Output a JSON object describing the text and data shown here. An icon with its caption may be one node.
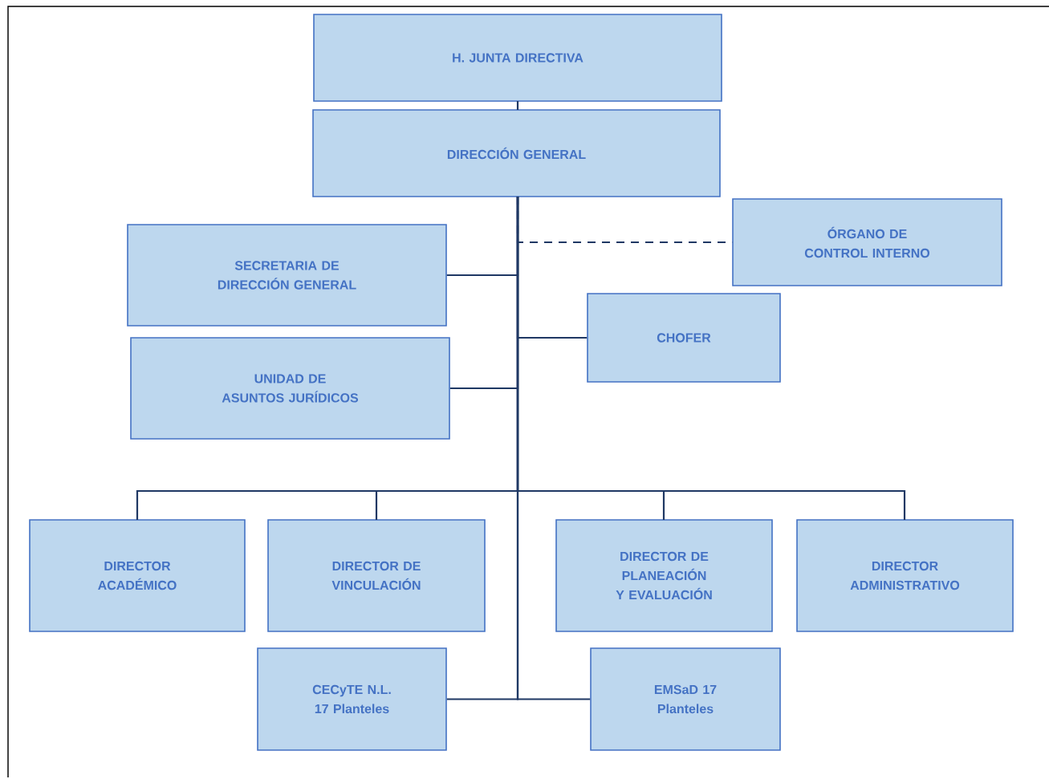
{
  "diagram": {
    "nodes": [
      {
        "text": [
          "H. JUNTA DIRECTIVA"
        ]
      },
      {
        "text": [
          "DIRECCIÓN GENERAL"
        ]
      },
      {
        "text": [
          "ÓRGANO DE CONTROL INTERNO"
        ]
      },
      {
        "text": [
          "SECRETARIA DE DIRECCIÓN GENERAL"
        ]
      },
      {
        "text": [
          "CHOFER"
        ]
      },
      {
        "text": [
          "UNIDAD DE ASUNTOS JURÍDICOS"
        ]
      },
      {
        "text": [
          "DIRECTOR ACADÉMICO"
        ]
      },
      {
        "text": [
          "DIRECTOR DE VINCULACIÓN"
        ]
      },
      {
        "text": [
          "DIRECTOR DE PLANEACIÓN Y EVALUACIÓN"
        ]
      },
      {
        "text": [
          "DIRECTOR ADMINISTRATIVO"
        ]
      },
      {
        "text": [
          "CECyTE N.L. 17 Planteles"
        ]
      },
      {
        "text": [
          "EMSaD 17 Planteles"
        ]
      }
    ],
    "edges": [
      {
        "from": 0,
        "to": 1,
        "arrow": "none"
      },
      {
        "from": 1,
        "to": 2,
        "arrow": "none",
        "style": "dashed"
      },
      {
        "from": 1,
        "to": 3,
        "arrow": "none"
      },
      {
        "from": 1,
        "to": 4,
        "arrow": "none"
      },
      {
        "from": 1,
        "to": 5,
        "arrow": "none"
      },
      {
        "from": 1,
        "to": 6,
        "arrow": "none"
      },
      {
        "from": 1,
        "to": 7,
        "arrow": "none"
      },
      {
        "from": 1,
        "to": 8,
        "arrow": "none"
      },
      {
        "from": 1,
        "to": 9,
        "arrow": "none"
      },
      {
        "from": 1,
        "to": 10,
        "arrow": "none"
      },
      {
        "from": 1,
        "to": 11,
        "arrow": "none"
      }
    ]
  }
}
